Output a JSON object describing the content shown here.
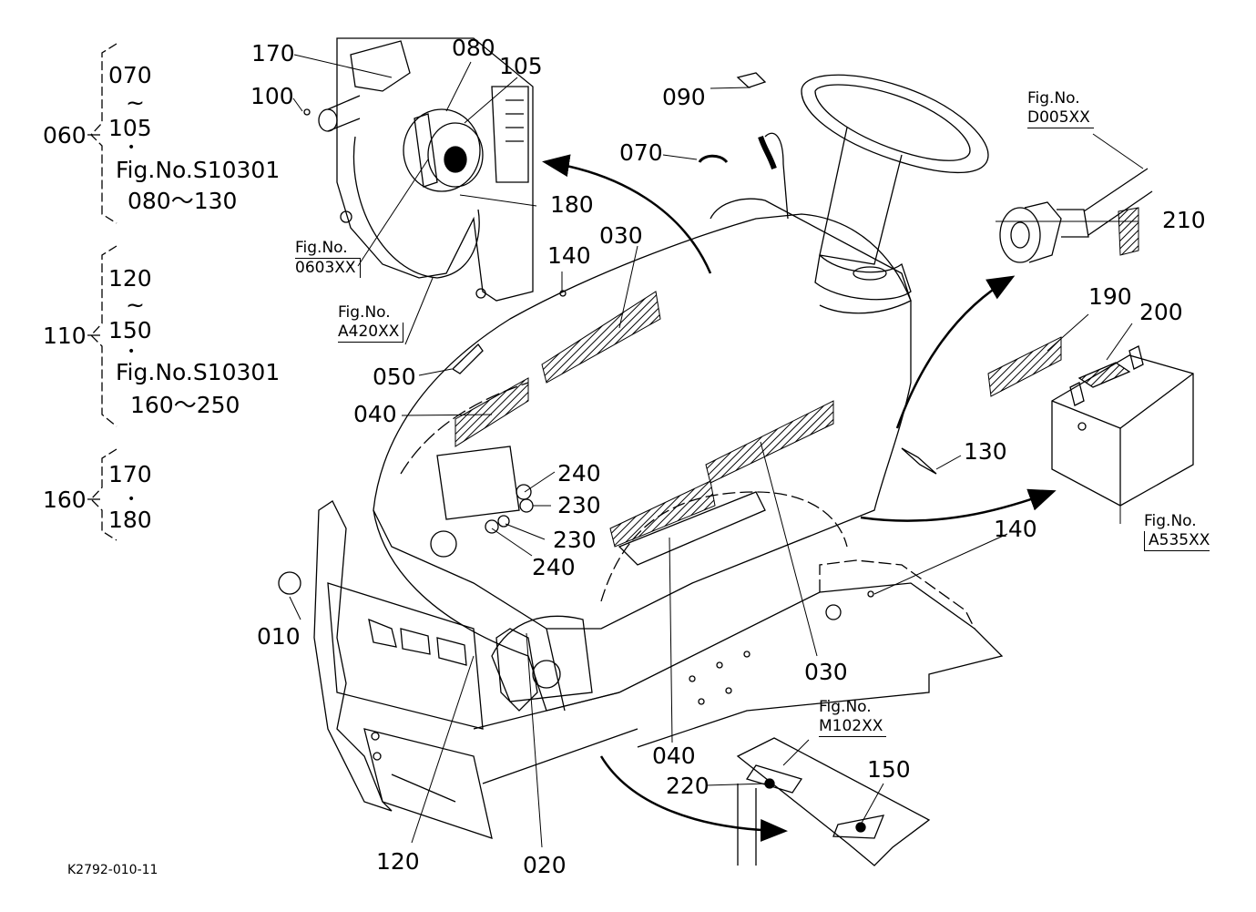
{
  "drawing_id": "K2792-010-11",
  "callouts": {
    "c010": "010",
    "c020": "020",
    "c030a": "030",
    "c030b": "030",
    "c040a": "040",
    "c040b": "040",
    "c050": "050",
    "c070": "070",
    "c080": "080",
    "c090": "090",
    "c100": "100",
    "c105": "105",
    "c120": "120",
    "c130": "130",
    "c140a": "140",
    "c140b": "140",
    "c150": "150",
    "c170": "170",
    "c180": "180",
    "c190": "190",
    "c200": "200",
    "c210": "210",
    "c220": "220",
    "c230a": "230",
    "c230b": "230",
    "c240a": "240",
    "c240b": "240"
  },
  "figure_refs": {
    "f0603": {
      "line1": "Fig.No.",
      "line2": "0603XX"
    },
    "fA420": {
      "line1": "Fig.No.",
      "line2": "A420XX"
    },
    "fD005": {
      "line1": "Fig.No.",
      "line2": "D005XX"
    },
    "fA535": {
      "line1": "Fig.No.",
      "line2": "A535XX"
    },
    "fM102": {
      "line1": "Fig.No.",
      "line2": "M102XX"
    }
  },
  "legend": {
    "g060": {
      "key": "060",
      "l1": "070",
      "l2": "~",
      "l3": "105",
      "l4": "•",
      "l5": "Fig.No.S10301",
      "l6": "080～130"
    },
    "g110": {
      "key": "110",
      "l1": "120",
      "l2": "~",
      "l3": "150",
      "l4": "•",
      "l5": "Fig.No.S10301",
      "l6": "160～250"
    },
    "g160": {
      "key": "160",
      "l1": "170",
      "l2": "•",
      "l3": "180"
    }
  },
  "colors": {
    "ink": "#000000",
    "paper": "#ffffff"
  }
}
